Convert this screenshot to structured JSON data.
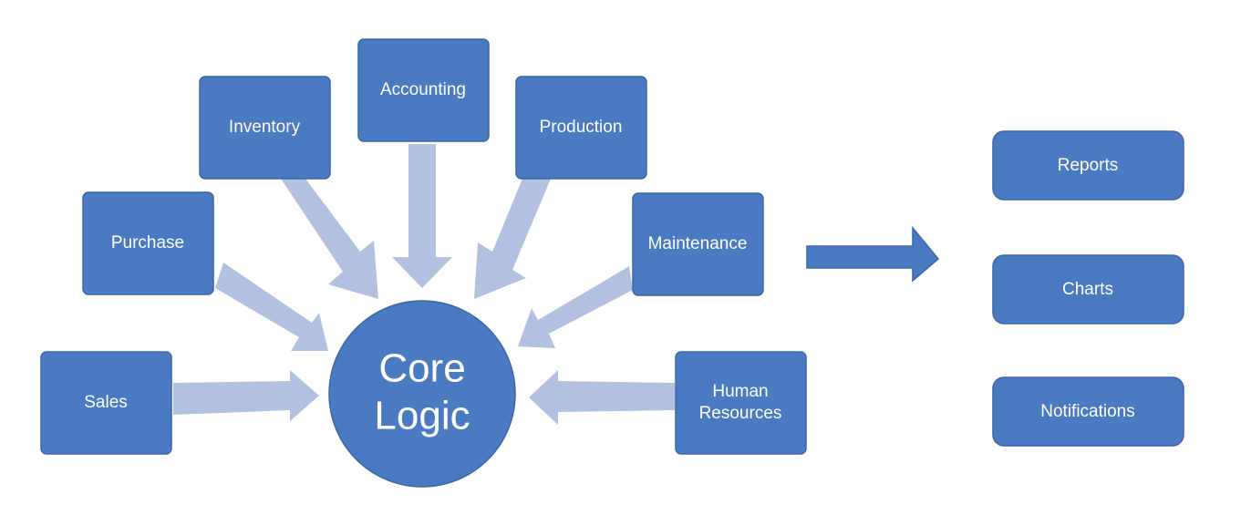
{
  "colors": {
    "box_fill": "#4a7ac1",
    "box_stroke": "#3b67a8",
    "arrow_fill": "#b2c1df",
    "output_arrow_fill": "#4a7ac1"
  },
  "core": {
    "line1": "Core",
    "line2": "Logic"
  },
  "inputs": {
    "sales": "Sales",
    "purchase": "Purchase",
    "inventory": "Inventory",
    "accounting": "Accounting",
    "production": "Production",
    "maintenance": "Maintenance",
    "hr_line1": "Human",
    "hr_line2": "Resources"
  },
  "outputs": {
    "reports": "Reports",
    "charts": "Charts",
    "notifications": "Notifications"
  }
}
